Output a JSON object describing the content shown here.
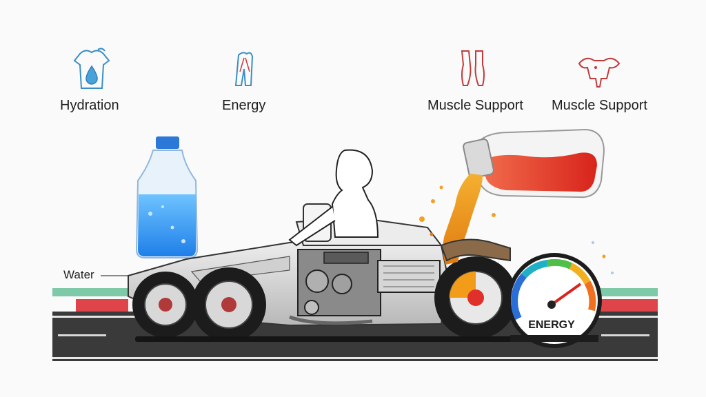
{
  "benefits": [
    {
      "label": "Hydration",
      "icon": "hydration-shirt-drop-icon",
      "color": "#3a8fc4"
    },
    {
      "label": "Energy",
      "icon": "energy-figure-icon",
      "color": "#3a8fc4"
    },
    {
      "label": "Muscle Support",
      "icon": "muscle-legs-icon",
      "color": "#c23b3b"
    },
    {
      "label": "Muscle Support",
      "icon": "muscle-bull-icon",
      "color": "#c23b3b"
    }
  ],
  "water_label": "Water",
  "gauge_label": "ENERGY",
  "colors": {
    "water": "#2f8ff0",
    "juice": "#e83a2c",
    "pour": "#f0a020",
    "track_green": "#7dc9a8",
    "track_red": "#e0444b",
    "road": "#3a3a3a"
  }
}
